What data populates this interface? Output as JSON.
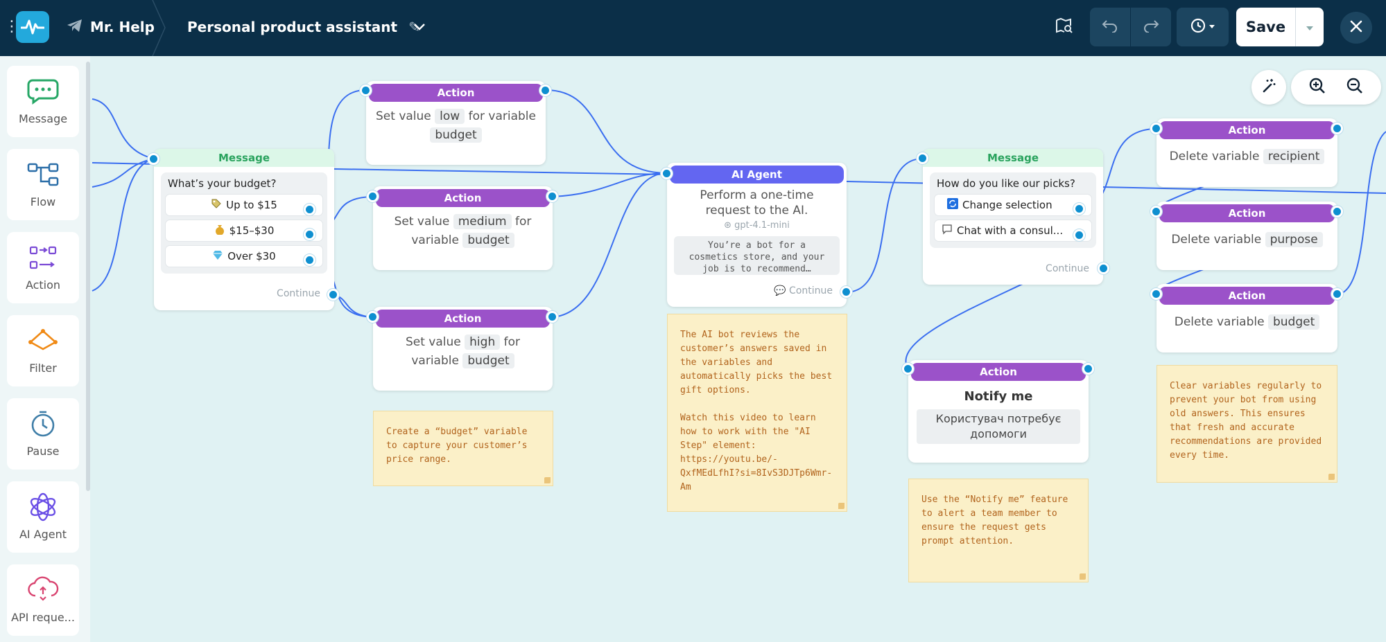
{
  "header": {
    "bot_name": "Mr. Help",
    "flow_title": "Personal product assistant",
    "save_label": "Save"
  },
  "palette": [
    {
      "label": "Message",
      "icon": "message-bubble-icon"
    },
    {
      "label": "Flow",
      "icon": "flow-icon"
    },
    {
      "label": "Action",
      "icon": "action-icon"
    },
    {
      "label": "Filter",
      "icon": "filter-icon"
    },
    {
      "label": "Pause",
      "icon": "stopwatch-icon"
    },
    {
      "label": "AI Agent",
      "icon": "ai-agent-icon"
    },
    {
      "label": "API reque...",
      "icon": "api-cloud-icon"
    }
  ],
  "nodes": {
    "budget_msg": {
      "header": "Message",
      "question": "What’s your budget?",
      "options": [
        "Up to $15",
        "$15–$30",
        "Over $30"
      ],
      "continue": "Continue"
    },
    "act_low": {
      "header": "Action",
      "pre": "Set value",
      "value": "low",
      "mid": "for variable",
      "variable": "budget"
    },
    "act_medium": {
      "header": "Action",
      "pre": "Set value",
      "value": "medium",
      "mid": "for variable",
      "variable": "budget"
    },
    "act_high": {
      "header": "Action",
      "pre": "Set value",
      "value": "high",
      "mid": "for variable",
      "variable": "budget"
    },
    "ai_agent": {
      "header": "AI Agent",
      "text": "Perform a one-time request to the AI.",
      "model": "gpt-4.1-mini",
      "prompt": "You’re a bot for a cosmetics store, and your job is to recommend…",
      "continue": "Continue"
    },
    "picks_msg": {
      "header": "Message",
      "question": "How do you like our picks?",
      "options": [
        "Change selection",
        "Chat with a consul..."
      ],
      "continue": "Continue"
    },
    "notify": {
      "header": "Action",
      "title": "Notify me",
      "message": "Користувач потребує допомоги"
    },
    "del_recipient": {
      "header": "Action",
      "pre": "Delete variable",
      "variable": "recipient"
    },
    "del_purpose": {
      "header": "Action",
      "pre": "Delete variable",
      "variable": "purpose"
    },
    "del_budget": {
      "header": "Action",
      "pre": "Delete variable",
      "variable": "budget"
    }
  },
  "notes": {
    "budget": "Create a “budget” variable to capture your customer’s price range.",
    "ai": "The AI bot reviews the customer’s answers saved in the variables and automatically picks the best gift options.\n\nWatch this video to learn how to work with the \"AI Step\" element: https://youtu.be/-QxfMEdLfhI?si=8IvS3DJTp6Wmr-Am",
    "notify": "Use the “Notify me” feature to alert a team member to ensure the request gets prompt attention.",
    "clear": "Clear variables regularly to prevent your bot from using old answers. This ensures that fresh and accurate recommendations are provided every time."
  },
  "colors": {
    "header_bg": "#0b2f48",
    "canvas_bg": "#e0f2f3",
    "action": "#9b52c9",
    "ai_agent": "#6366f1",
    "message": "#2aa35e",
    "port": "#0e8fd0",
    "wire": "#3a6ef0"
  }
}
